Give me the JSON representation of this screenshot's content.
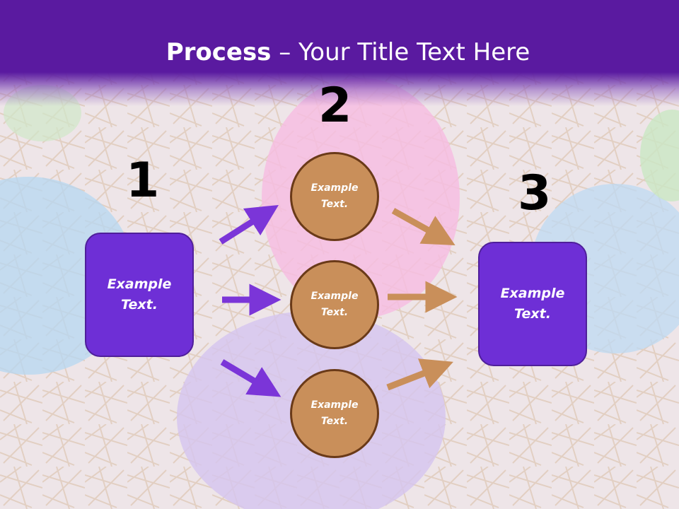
{
  "title": {
    "bold": "Process",
    "rest": " – Your Title Text Here"
  },
  "numbers": {
    "n1": "1",
    "n2": "2",
    "n3": "3"
  },
  "left_box": {
    "line1": "Example",
    "line2": "Text."
  },
  "right_box": {
    "line1": "Example",
    "line2": "Text."
  },
  "circles": [
    {
      "line1": "Example",
      "line2": "Text."
    },
    {
      "line1": "Example",
      "line2": "Text."
    },
    {
      "line1": "Example",
      "line2": "Text."
    }
  ],
  "colors": {
    "header": "#5a1aa0",
    "box": "#6e2fd6",
    "circle": "#c98f5a",
    "purple_arrow": "#7b35d8",
    "tan_arrow": "#c98f5a"
  }
}
